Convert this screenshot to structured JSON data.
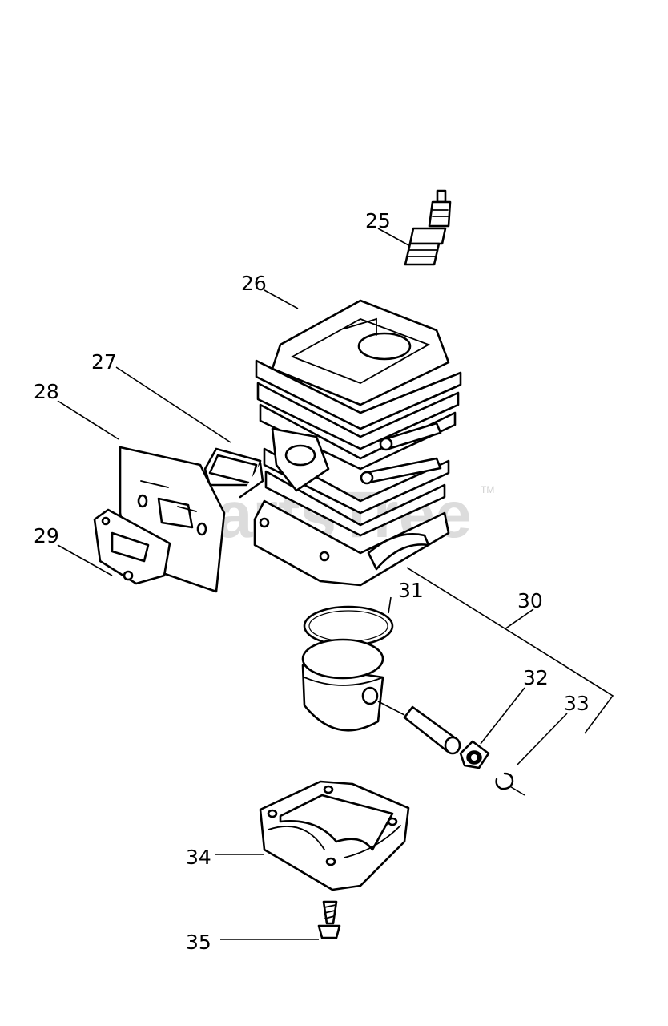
{
  "watermark": {
    "text": "PartsTree",
    "trademark": "TM"
  },
  "callouts": {
    "c25": "25",
    "c26": "26",
    "c27": "27",
    "c28": "28",
    "c29": "29",
    "c30": "30",
    "c31": "31",
    "c32": "32",
    "c33": "33",
    "c34": "34",
    "c35": "35"
  }
}
